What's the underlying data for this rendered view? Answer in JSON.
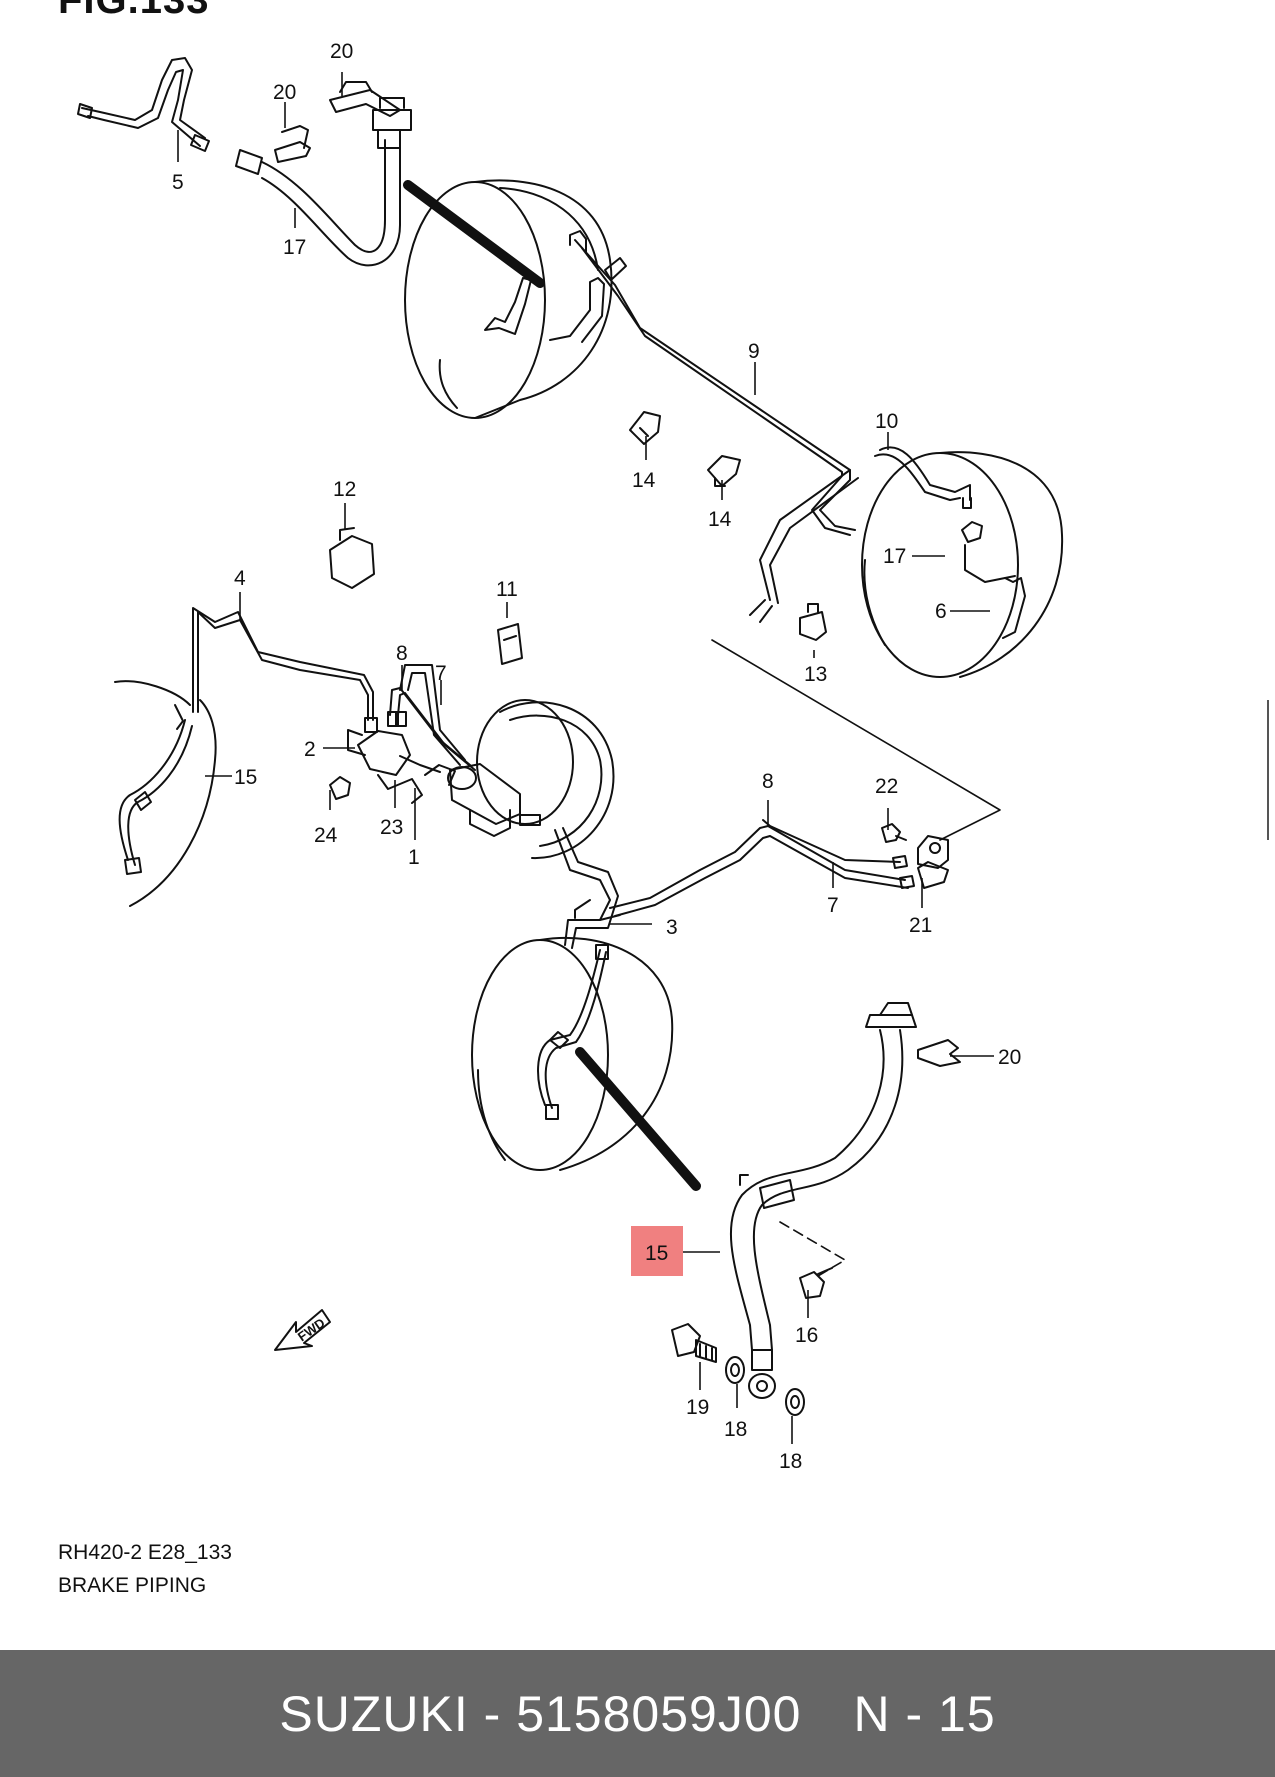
{
  "figure": {
    "header": "FIG.133",
    "code": "RH420-2 E28_133",
    "title": "BRAKE PIPING",
    "highlight_color": "#f08080"
  },
  "callouts": [
    {
      "id": "c20a",
      "label": "20"
    },
    {
      "id": "c20b",
      "label": "20"
    },
    {
      "id": "c5",
      "label": "5"
    },
    {
      "id": "c17a",
      "label": "17"
    },
    {
      "id": "c9",
      "label": "9"
    },
    {
      "id": "c14a",
      "label": "14"
    },
    {
      "id": "c14b",
      "label": "14"
    },
    {
      "id": "c10",
      "label": "10"
    },
    {
      "id": "c17b",
      "label": "17"
    },
    {
      "id": "c6",
      "label": "6"
    },
    {
      "id": "c13",
      "label": "13"
    },
    {
      "id": "c12",
      "label": "12"
    },
    {
      "id": "c4",
      "label": "4"
    },
    {
      "id": "c11",
      "label": "11"
    },
    {
      "id": "c8a",
      "label": "8"
    },
    {
      "id": "c7a",
      "label": "7"
    },
    {
      "id": "c2",
      "label": "2"
    },
    {
      "id": "c15a",
      "label": "15"
    },
    {
      "id": "c24",
      "label": "24"
    },
    {
      "id": "c23",
      "label": "23"
    },
    {
      "id": "c1",
      "label": "1"
    },
    {
      "id": "c8b",
      "label": "8"
    },
    {
      "id": "c22",
      "label": "22"
    },
    {
      "id": "c7b",
      "label": "7"
    },
    {
      "id": "c21",
      "label": "21"
    },
    {
      "id": "c3",
      "label": "3"
    },
    {
      "id": "c20c",
      "label": "20"
    },
    {
      "id": "c15b",
      "label": "15",
      "highlighted": true
    },
    {
      "id": "c16",
      "label": "16"
    },
    {
      "id": "c19",
      "label": "19"
    },
    {
      "id": "c18a",
      "label": "18"
    },
    {
      "id": "c18b",
      "label": "18"
    }
  ],
  "fwd_label": "FWD",
  "footer": {
    "brand": "SUZUKI",
    "separator": "-",
    "part_number": "5158059J00",
    "ref": "N - 15",
    "background": "#666666"
  }
}
